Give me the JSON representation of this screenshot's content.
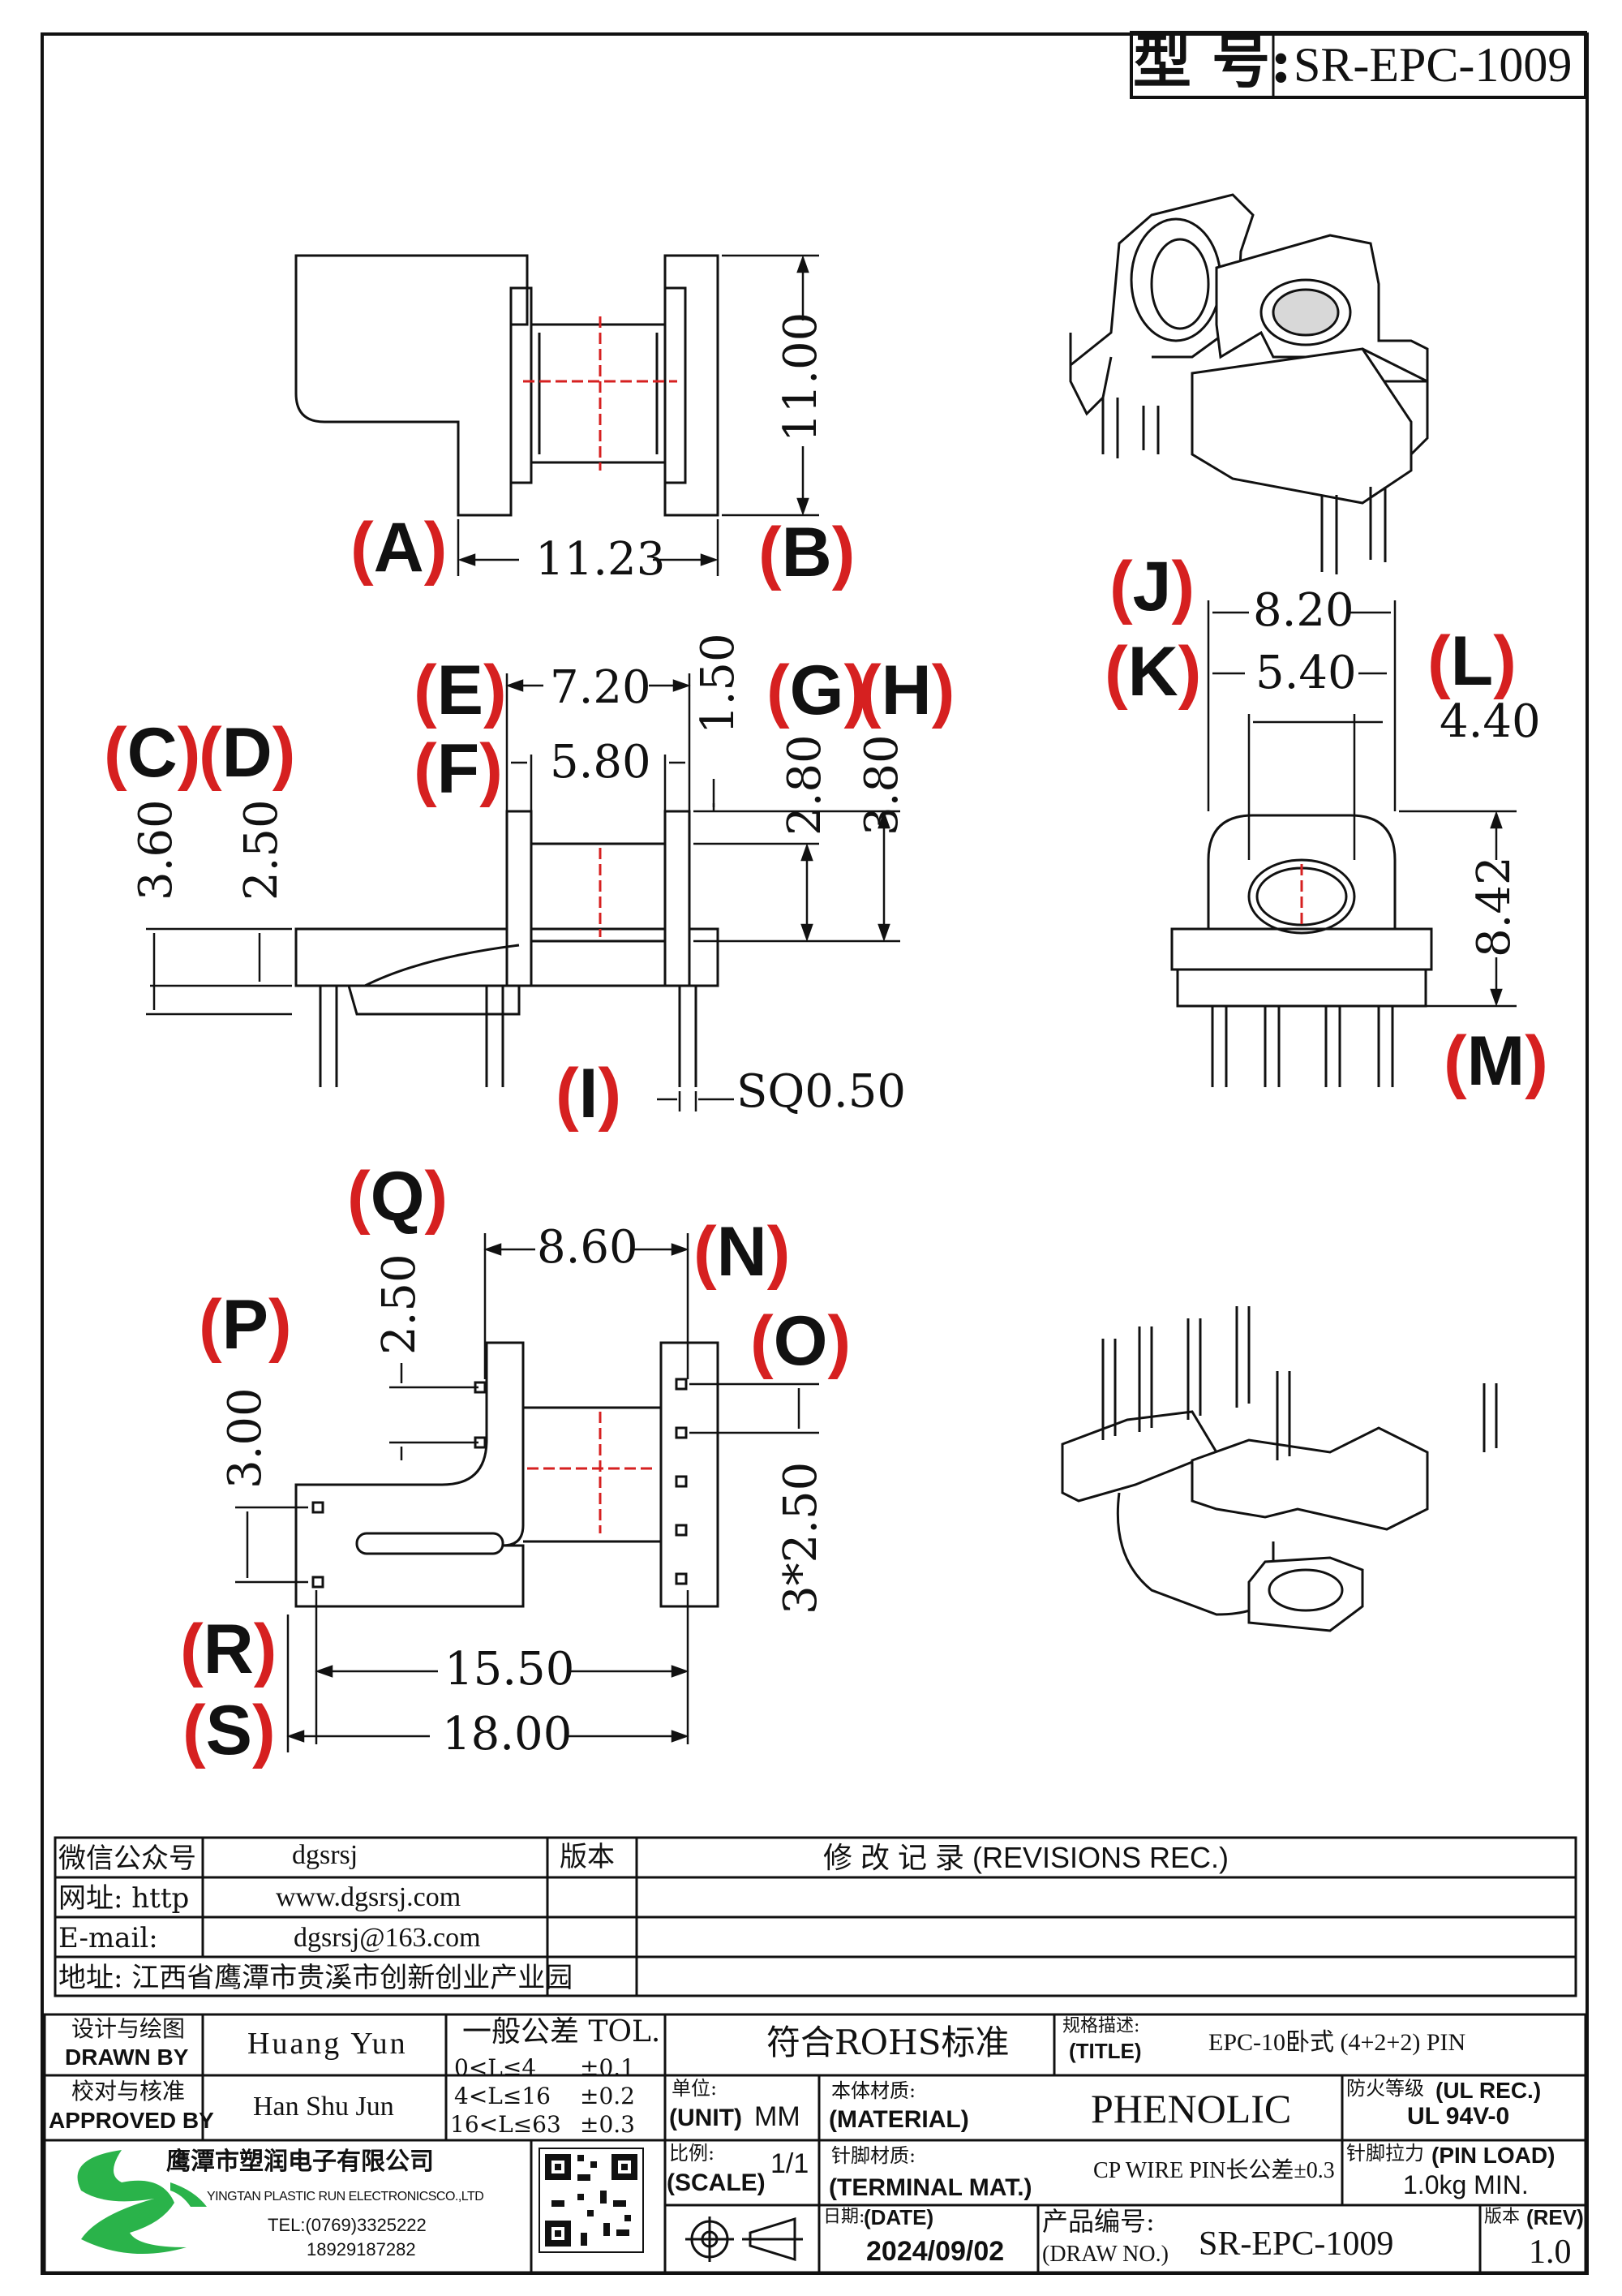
{
  "header": {
    "model_label": "型 号:",
    "model_no": "SR-EPC-1009"
  },
  "top_view": {
    "dim_width": "11.23",
    "dim_height": "11.00",
    "labels": [
      "A",
      "B"
    ]
  },
  "side_view": {
    "dims": {
      "e_width": "7.20",
      "f_width": "5.80",
      "flange_gap": "1.50",
      "g_height": "2.80",
      "h_height": "3.80",
      "c_height": "3.60",
      "d_height": "2.50",
      "pin_square": "SQ0.50"
    },
    "labels": [
      "C",
      "D",
      "E",
      "F",
      "G",
      "H",
      "I"
    ]
  },
  "front_view": {
    "dims": {
      "j_width": "8.20",
      "k_width": "5.40",
      "l_width": "4.40",
      "m_height": "8.42"
    },
    "labels": [
      "J",
      "K",
      "L",
      "M"
    ]
  },
  "bottom_view": {
    "dims": {
      "q_height": "2.50",
      "n_width": "8.60",
      "p_height": "3.00",
      "o_pitch": "3*2.50",
      "r_width": "15.50",
      "s_width": "18.00"
    },
    "labels": [
      "N",
      "O",
      "P",
      "Q",
      "R",
      "S"
    ]
  },
  "info_table": {
    "rows": [
      {
        "key": "微信公众号",
        "value": "dgsrsj"
      },
      {
        "key": "网址: http",
        "value": "www.dgsrsj.com"
      },
      {
        "key": "E-mail:",
        "value": "dgsrsj@163.com"
      }
    ],
    "address": "地址: 江西省鹰潭市贵溪市创新创业产业园",
    "version_header": "版本",
    "revisions_header": "修 改 记 录  (REVISIONS REC.)"
  },
  "title_block": {
    "designer_label_cn": "设计与绘图",
    "designer_label_en": "DRAWN BY",
    "designer_name": "Huang Yun",
    "checker_label_cn": "校对与核准",
    "checker_label_en": "APPROVED BY",
    "checker_name": "Han Shu Jun",
    "tol_title": "一般公差 TOL.",
    "tol_rows": [
      {
        "range": "0<L≤4",
        "tol": "±0.1"
      },
      {
        "range": "4<L≤16",
        "tol": "±0.2"
      },
      {
        "range": "16<L≤63",
        "tol": "±0.3"
      }
    ],
    "rohs": "符合ROHS标准",
    "spec_label_cn": "规格描述:",
    "spec_label_en": "(TITLE)",
    "spec_value": "EPC-10卧式 (4+2+2) PIN",
    "unit_label_cn": "单位:",
    "unit_label_en": "(UNIT)",
    "unit_value": "MM",
    "material_label_cn": "本体材质:",
    "material_label_en": "(MATERIAL)",
    "material_value": "PHENOLIC",
    "fire_label_cn": "防火等级",
    "fire_label_en": "(UL REC.)",
    "fire_value": "UL 94V-0",
    "scale_label_cn": "比例:",
    "scale_label_en": "(SCALE)",
    "scale_value": "1/1",
    "terminal_label_cn": "针脚材质:",
    "terminal_label_en": "(TERMINAL MAT.)",
    "terminal_value": "CP WIRE  PIN长公差±0.3",
    "pinload_label_cn": "针脚拉力",
    "pinload_label_en": "(PIN LOAD)",
    "pinload_value": "1.0kg MIN.",
    "date_label_cn": "日期:",
    "date_label_en": "(DATE)",
    "date_value": "2024/09/02",
    "drawno_label_cn": "产品编号:",
    "drawno_label_en": "(DRAW NO.)",
    "drawno_value": "SR-EPC-1009",
    "rev_label_cn": "版本",
    "rev_label_en": "(REV)",
    "rev_value": "1.0"
  },
  "company": {
    "name_cn": "鹰潭市塑润电子有限公司",
    "name_en": "YINGTAN PLASTIC RUN ELECTRONICSCO.,LTD",
    "tel": "TEL:(0769)3325222",
    "mobile": "18929187282"
  },
  "colors": {
    "line": "#111111",
    "centerline": "#d62020",
    "label_paren": "#d62020",
    "logo_green": "#2ab34a"
  }
}
